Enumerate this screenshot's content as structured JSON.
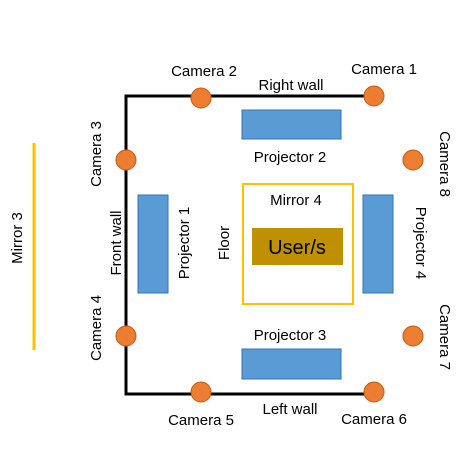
{
  "colors": {
    "wall": "#000000",
    "camera_fill": "#ed7d31",
    "camera_stroke": "#c55a11",
    "projector_fill": "#5b9bd5",
    "projector_stroke": "#2e75b6",
    "mirror": "#ffc000",
    "user_fill": "#bf9000"
  },
  "labels": {
    "right_wall": "Right wall",
    "left_wall": "Left wall",
    "front_wall": "Front wall",
    "floor": "Floor",
    "mirror_3": "Mirror 3",
    "mirror_4": "Mirror 4",
    "user": "User/s",
    "projector_1": "Projector 1",
    "projector_2": "Projector 2",
    "projector_3": "Projector 3",
    "projector_4": "Projector 4",
    "camera_1": "Camera 1",
    "camera_2": "Camera 2",
    "camera_3": "Camera 3",
    "camera_4": "Camera 4",
    "camera_5": "Camera 5",
    "camera_6": "Camera 6",
    "camera_7": "Camera 7",
    "camera_8": "Camera 8"
  }
}
